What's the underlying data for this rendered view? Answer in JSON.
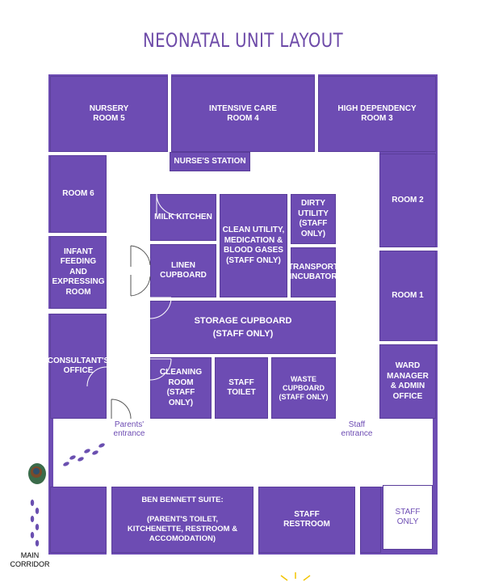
{
  "title": "NEONATAL UNIT LAYOUT",
  "rooms": {
    "nursery_5": "NURSERY\nROOM 5",
    "intensive_care_4": "INTENSIVE CARE\nROOM 4",
    "high_dependency_3": "HIGH DEPENDENCY\nROOM 3",
    "nurses_station": "NURSE'S STATION",
    "room_6": "ROOM 6",
    "room_2": "ROOM 2",
    "room_1": "ROOM 1",
    "milk_kitchen": "MILK KITCHEN",
    "clean_utility": "CLEAN UTILITY,\nMEDICATION &\nBLOOD GASES\n(STAFF ONLY)",
    "dirty_utility": "DIRTY\nUTILITY\n(STAFF\nONLY)",
    "transport_incubator": "TRANSPORT\nINCUBATOR",
    "linen_cupboard": "LINEN\nCUPBOARD",
    "infant_feeding": "INFANT\nFEEDING\nAND\nEXPRESSING\nROOM",
    "storage_cupboard": "STORAGE CUPBOARD\n(STAFF ONLY)",
    "consultants_office": "CONSULTANT'S\nOFFICE",
    "cleaning_room": "CLEANING\nROOM\n(STAFF\nONLY)",
    "staff_toilet": "STAFF\nTOILET",
    "waste_cupboard": "WASTE\nCUPBOARD\n(STAFF ONLY)",
    "ward_manager": "WARD\nMANAGER\n& ADMIN\nOFFICE",
    "ben_bennett_suite": "BEN BENNETT SUITE:\n\n(PARENT'S TOILET,\nKITCHENETTE, RESTROOM &\nACCOMODATION)",
    "staff_restroom": "STAFF\nRESTROOM",
    "staff_only": "STAFF\nONLY"
  },
  "labels": {
    "parents_entrance": "Parents'\nentrance",
    "staff_entrance": "Staff\nentrance",
    "main_corridor": "MAIN\nCORRIDOR"
  },
  "colors": {
    "room": "#6d4cb3",
    "title": "#6d4aa8",
    "footprints": "#6a4fb0"
  }
}
